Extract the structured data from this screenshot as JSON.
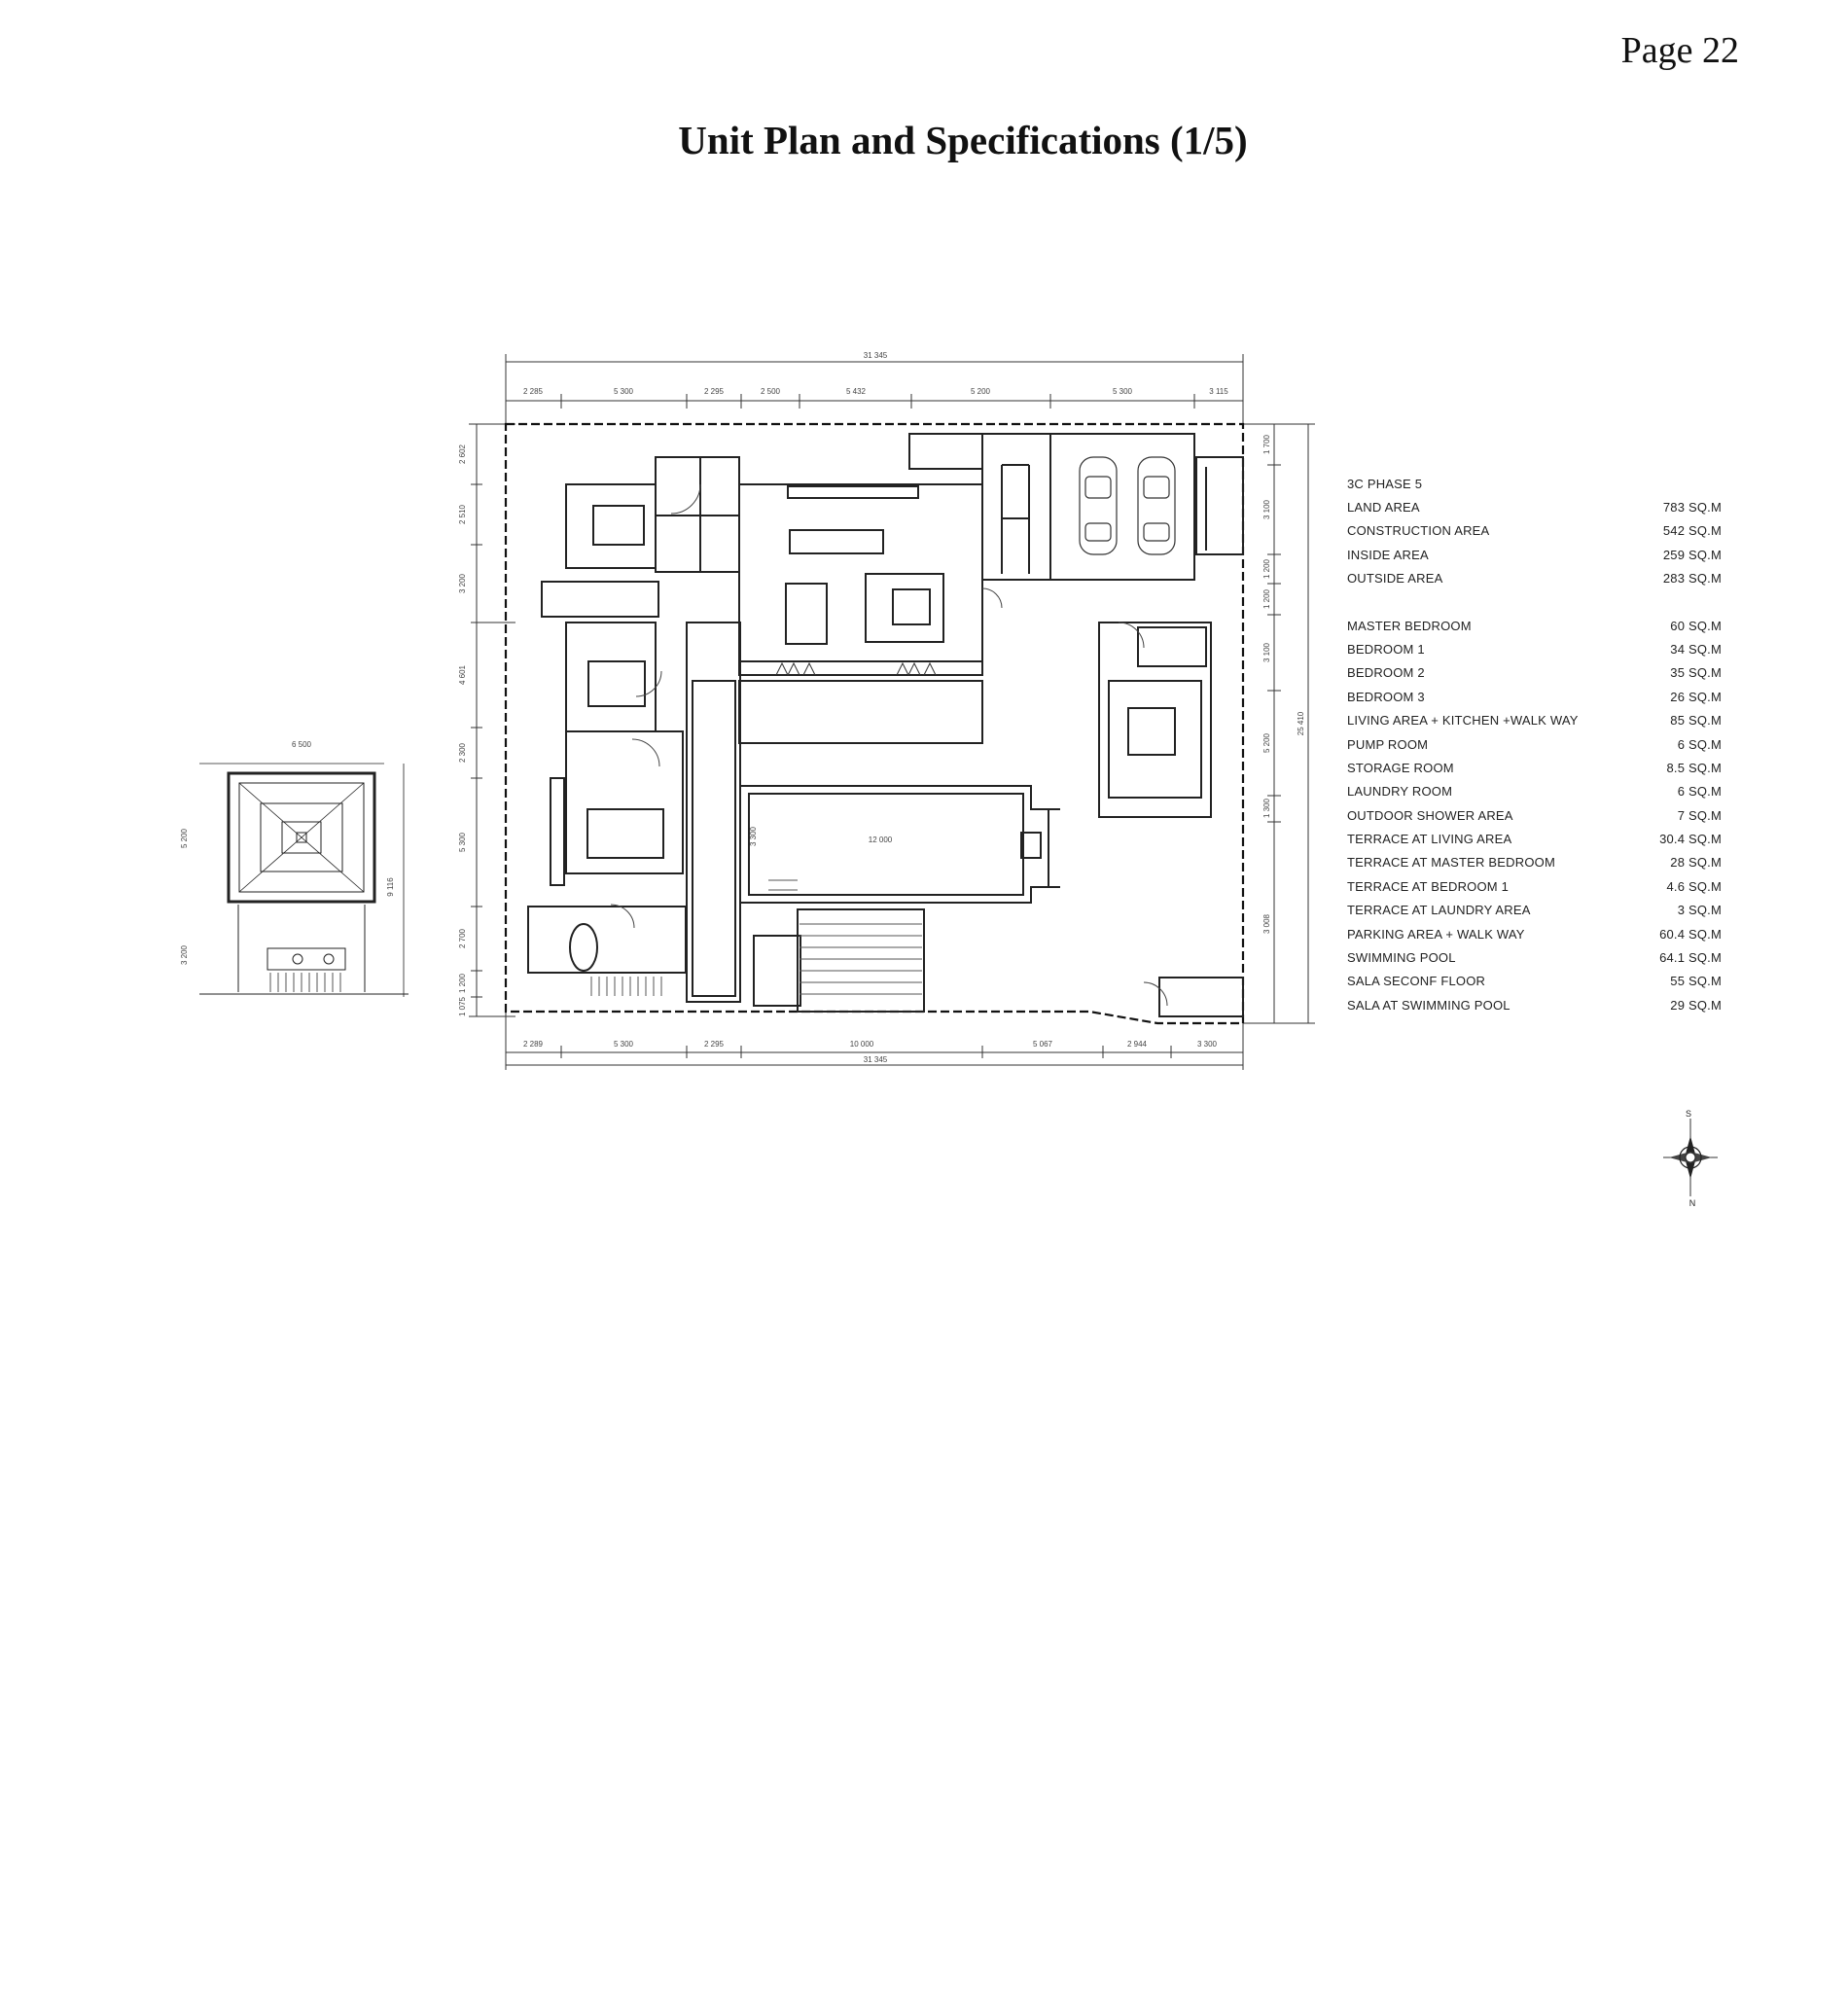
{
  "page_number": "Page 22",
  "title": "Unit Plan and Specifications (1/5)",
  "specs": {
    "heading": "3C PHASE 5",
    "area_summary": [
      {
        "label": "LAND AREA",
        "value": "783 SQ.M"
      },
      {
        "label": "CONSTRUCTION AREA",
        "value": "542 SQ.M"
      },
      {
        "label": "INSIDE  AREA",
        "value": "259 SQ.M"
      },
      {
        "label": "OUTSIDE  AREA",
        "value": "283  SQ.M"
      }
    ],
    "rooms": [
      {
        "label": "MASTER BEDROOM",
        "value": "60  SQ.M"
      },
      {
        "label": "BEDROOM 1",
        "value": "34  SQ.M"
      },
      {
        "label": "BEDROOM 2",
        "value": "35  SQ.M"
      },
      {
        "label": "BEDROOM 3",
        "value": "26  SQ.M"
      },
      {
        "label": "LIVING AREA + KITCHEN +WALK WAY",
        "value": "85  SQ.M"
      },
      {
        "label": "PUMP ROOM",
        "value": "6  SQ.M"
      },
      {
        "label": "STORAGE ROOM",
        "value": "8.5  SQ.M"
      },
      {
        "label": "LAUNDRY ROOM",
        "value": "6  SQ.M"
      },
      {
        "label": "OUTDOOR SHOWER AREA",
        "value": "7   SQ.M"
      },
      {
        "label": "TERRACE AT LIVING AREA",
        "value": "30.4  SQ.M"
      },
      {
        "label": "TERRACE AT MASTER BEDROOM",
        "value": "28  SQ.M"
      },
      {
        "label": "TERRACE AT  BEDROOM  1",
        "value": "4.6  SQ.M"
      },
      {
        "label": "TERRACE AT  LAUNDRY AREA",
        "value": "3  SQ.M"
      },
      {
        "label": "PARKING AREA + WALK  WAY",
        "value": "60.4   SQ.M"
      },
      {
        "label": "SWIMMING POOL",
        "value": "64.1   SQ.M"
      },
      {
        "label": "SALA  SECONF FLOOR",
        "value": "55  SQ.M"
      },
      {
        "label": "SALA    AT SWIMMING POOL",
        "value": "29  SQ.M"
      }
    ]
  },
  "dimensions": {
    "top_total": "31 345",
    "top_segments": [
      "2 285",
      "5 300",
      "2 295",
      "2 500",
      "5 432",
      "5 200",
      "5 300",
      "3 115"
    ],
    "bottom_total": "31 345",
    "bottom_segments": [
      "2 289",
      "5 300",
      "2 295",
      "10 000",
      "5 067",
      "2 944",
      "3 300"
    ],
    "left_segments": [
      "2 602",
      "2 510",
      "3 200",
      "4 601",
      "2 300",
      "5 300",
      "2 700",
      "1 200",
      "1 075"
    ],
    "right_segments": [
      "1 700",
      "3 100",
      "1 200",
      "1 200",
      "3 100",
      "5 200",
      "1 300",
      "3 008"
    ],
    "right_total": "25 410",
    "pool_width": "12 000",
    "pool_depth": "3 300",
    "sala_width": "6 500",
    "sala_depth": "5 200",
    "sala_total": "9 116",
    "sala_lower": "3 200"
  },
  "compass": {
    "top_letter": "S",
    "bottom_letter": "N"
  }
}
